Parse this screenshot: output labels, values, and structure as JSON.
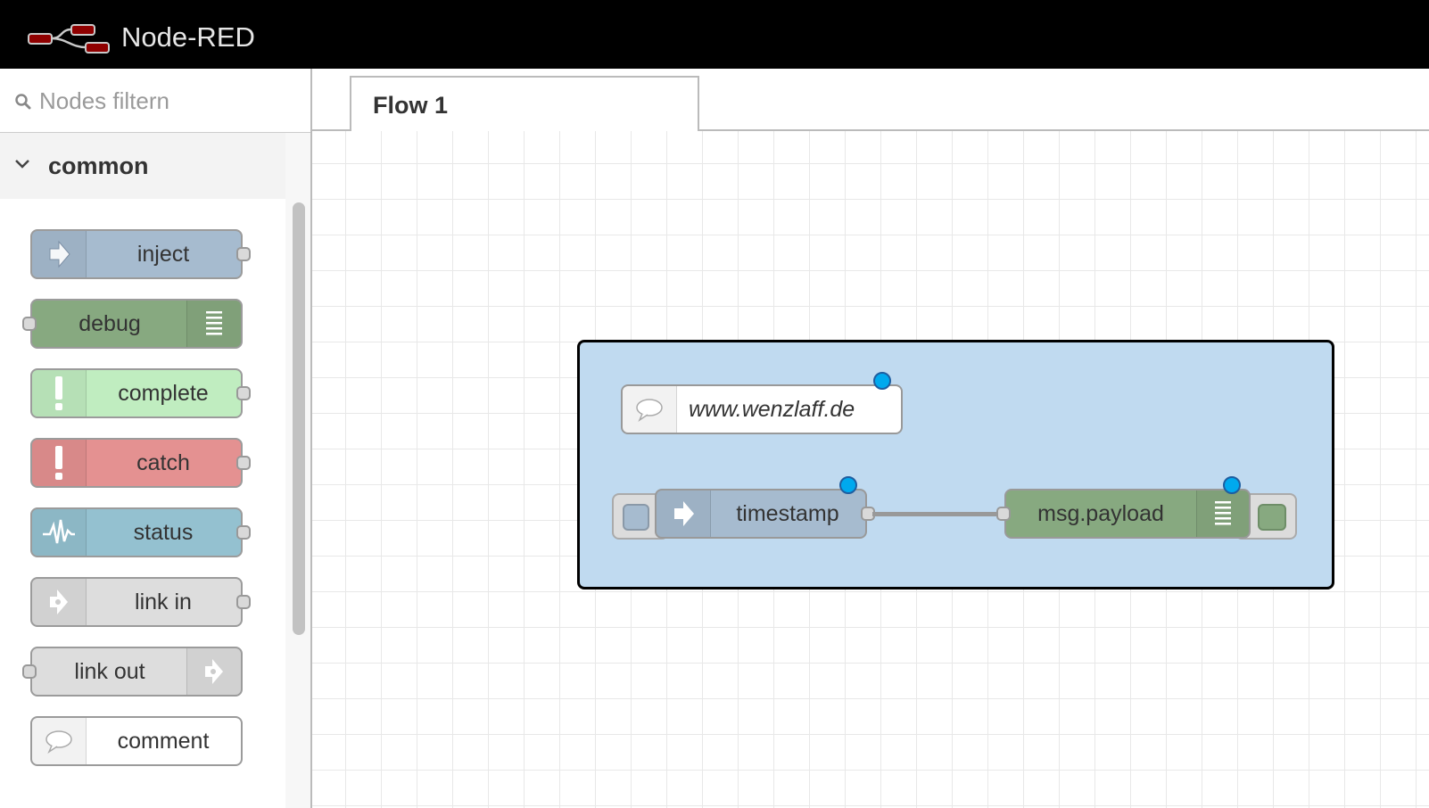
{
  "header": {
    "title": "Node-RED",
    "logo": "node-red-logo"
  },
  "palette": {
    "filter_placeholder": "Nodes filtern",
    "category": "common",
    "nodes": [
      {
        "label": "inject",
        "color": "#a6bbcf",
        "icon": "arrow-in-icon",
        "icon_side": "left",
        "ports": [
          "out"
        ]
      },
      {
        "label": "debug",
        "color": "#87a980",
        "icon": "list-icon",
        "icon_side": "right",
        "ports": [
          "in"
        ]
      },
      {
        "label": "complete",
        "color": "#c0edc0",
        "icon": "alert-icon",
        "icon_side": "left",
        "ports": [
          "out"
        ]
      },
      {
        "label": "catch",
        "color": "#e49191",
        "icon": "alert-icon",
        "icon_side": "left",
        "ports": [
          "out"
        ]
      },
      {
        "label": "status",
        "color": "#94c1d0",
        "icon": "pulse-icon",
        "icon_side": "left",
        "ports": [
          "out"
        ]
      },
      {
        "label": "link in",
        "color": "#dddddd",
        "icon": "link-in-icon",
        "icon_side": "left",
        "ports": [
          "out"
        ]
      },
      {
        "label": "link out",
        "color": "#dddddd",
        "icon": "link-out-icon",
        "icon_side": "right",
        "ports": [
          "in"
        ]
      },
      {
        "label": "comment",
        "color": "#ffffff",
        "icon": "comment-icon",
        "icon_side": "left",
        "ports": []
      }
    ]
  },
  "workspace": {
    "tabs": [
      {
        "label": "Flow 1"
      }
    ],
    "group": {
      "color": "#c0daf0",
      "border": "#000000"
    },
    "flow_nodes": {
      "comment": {
        "label": "www.wenzlaff.de",
        "color": "#ffffff"
      },
      "timestamp": {
        "label": "timestamp",
        "color": "#a6bbcf"
      },
      "payload": {
        "label": "msg.payload",
        "color": "#87a980"
      }
    }
  }
}
